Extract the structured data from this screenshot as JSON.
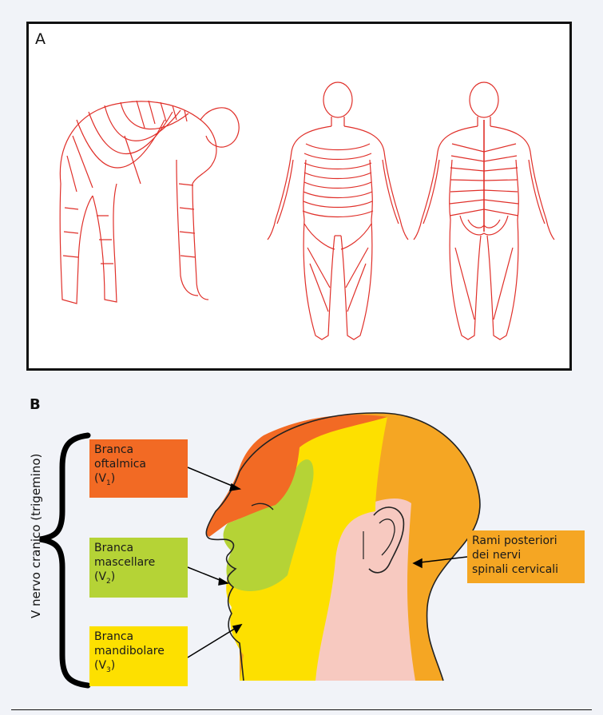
{
  "panel_a": {
    "letter": "A"
  },
  "panel_b": {
    "letter": "B",
    "group_label": "V nervo cranico (trigemino)",
    "labels": {
      "v1": {
        "line1": "Branca",
        "line2": "oftalmica",
        "line3_prefix": "(V",
        "line3_sub": "1",
        "line3_suffix": ")"
      },
      "v2": {
        "line1": "Branca",
        "line2": "mascellare",
        "line3_prefix": "(V",
        "line3_sub": "2",
        "line3_suffix": ")"
      },
      "v3": {
        "line1": "Branca",
        "line2": "mandibolare",
        "line3_prefix": "(V",
        "line3_sub": "3",
        "line3_suffix": ")"
      },
      "posterior": {
        "line1": "Rami posteriori",
        "line2": "dei nervi",
        "line3": "spinali cervicali"
      }
    }
  },
  "colors": {
    "v1": "#f26a24",
    "v2": "#b5d336",
    "v3": "#fde000",
    "posterior": "#f5a623",
    "skin": "#f7c9c0",
    "dermatome_lines": "#e0302a"
  }
}
